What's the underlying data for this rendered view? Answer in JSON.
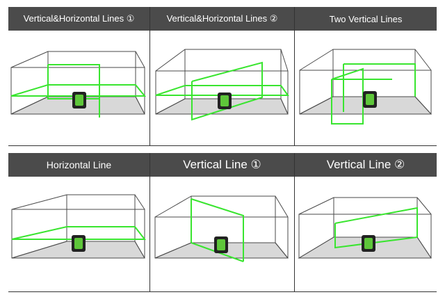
{
  "panels": [
    {
      "title": "Vertical&Horizontal Lines ①",
      "mode": "vh1",
      "laser_color": "#39e52f"
    },
    {
      "title": "Vertical&Horizontal Lines ②",
      "mode": "vh2",
      "laser_color": "#39e52f"
    },
    {
      "title": "Two Vertical Lines",
      "mode": "two-vertical",
      "laser_color": "#39e52f"
    },
    {
      "title": "Horizontal Line",
      "mode": "horizontal",
      "laser_color": "#39e52f"
    },
    {
      "title": "Vertical Line ①",
      "mode": "vertical1",
      "laser_color": "#39e52f"
    },
    {
      "title": "Vertical Line ②",
      "mode": "vertical2",
      "laser_color": "#39e52f"
    }
  ]
}
